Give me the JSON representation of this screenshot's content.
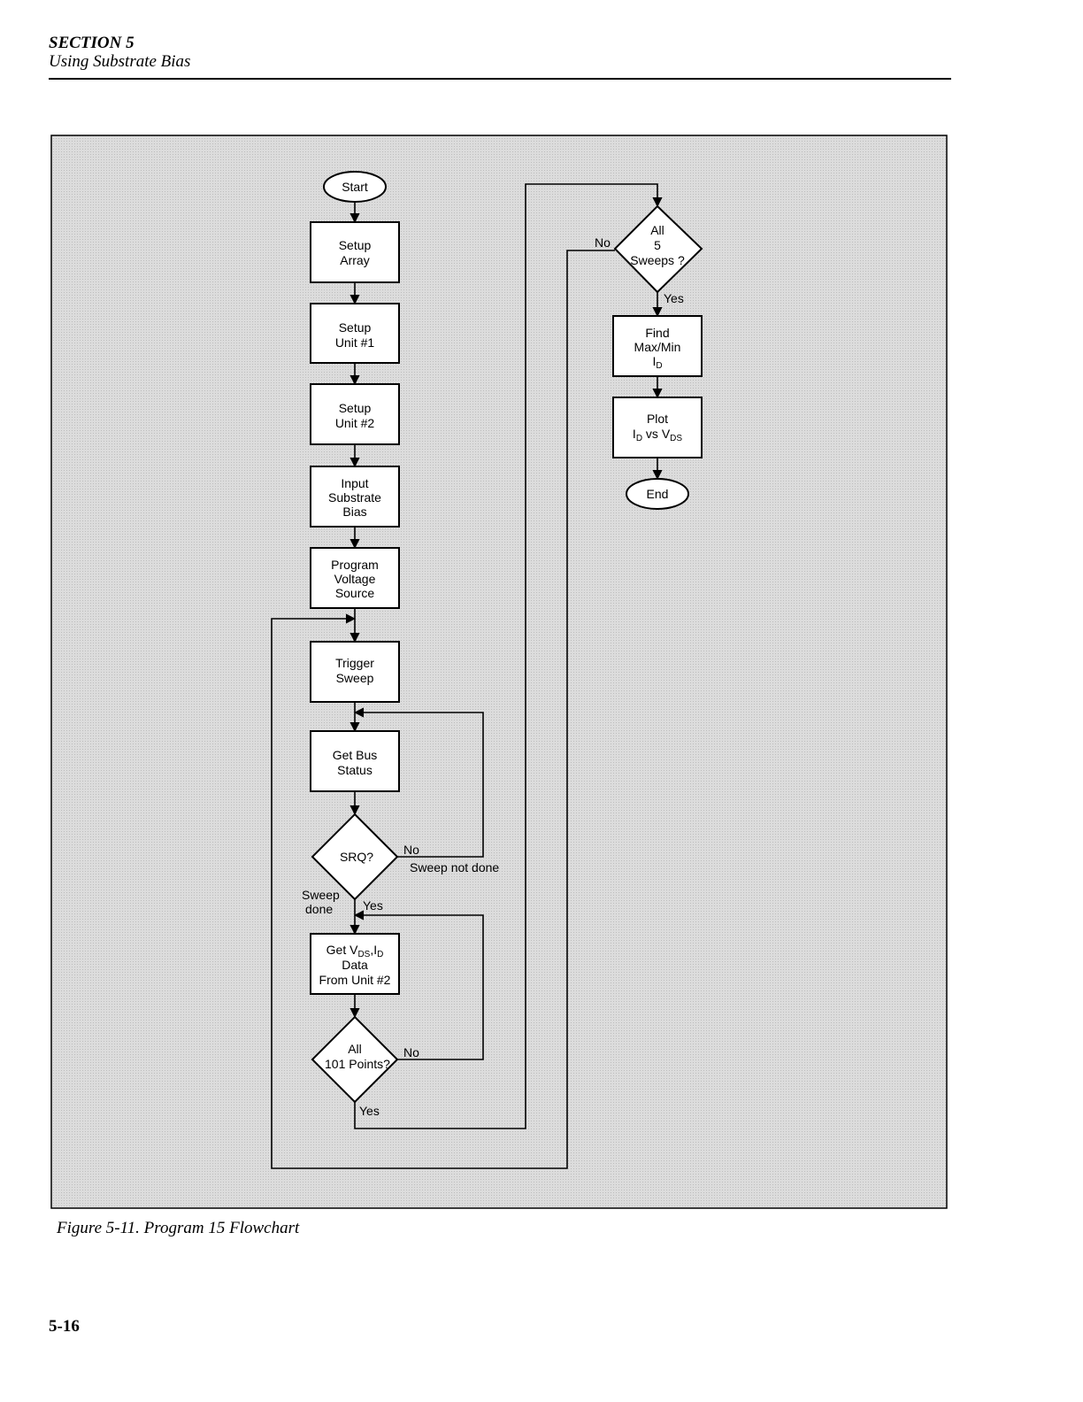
{
  "header": {
    "section": "SECTION 5",
    "title": "Using Substrate Bias"
  },
  "caption": "Figure 5-11.   Program 15 Flowchart",
  "page_number": "5-16",
  "nodes": {
    "start": "Start",
    "setup_array": [
      "Setup",
      "Array"
    ],
    "setup_unit1": [
      "Setup",
      "Unit #1"
    ],
    "setup_unit2": [
      "Setup",
      "Unit #2"
    ],
    "input_bias": [
      "Input",
      "Substrate",
      "Bias"
    ],
    "program_vs": [
      "Program",
      "Voltage",
      "Source"
    ],
    "trigger": [
      "Trigger",
      "Sweep"
    ],
    "get_bus": [
      "Get Bus",
      "Status"
    ],
    "srq": "SRQ?",
    "get_data": {
      "prefix": "Get V",
      "sub1": "DS",
      "comma": ",I",
      "sub2": "D",
      "line2": "Data",
      "line3": "From Unit #2"
    },
    "all_points": [
      "All",
      "101 Points?"
    ],
    "all_sweeps": [
      "All",
      "5",
      "Sweeps ?"
    ],
    "find_maxmin": {
      "line1": "Find",
      "line2": "Max/Min",
      "i": "I",
      "sub": "D"
    },
    "plot": {
      "line1": "Plot",
      "i": "I",
      "sub_i": "D",
      "vs": " vs V",
      "sub_v": "DS"
    },
    "end": "End"
  },
  "edges": {
    "srq_no": "No",
    "sweep_not_done": "Sweep not done",
    "sweep_done_1": "Sweep",
    "sweep_done_2": "done",
    "srq_yes": "Yes",
    "points_no": "No",
    "points_yes": "Yes",
    "sweeps_no": "No",
    "sweeps_yes": "Yes"
  },
  "colors": {
    "figure_background": "#d9d9d9",
    "shape_fill": "#ffffff",
    "line": "#000000"
  }
}
